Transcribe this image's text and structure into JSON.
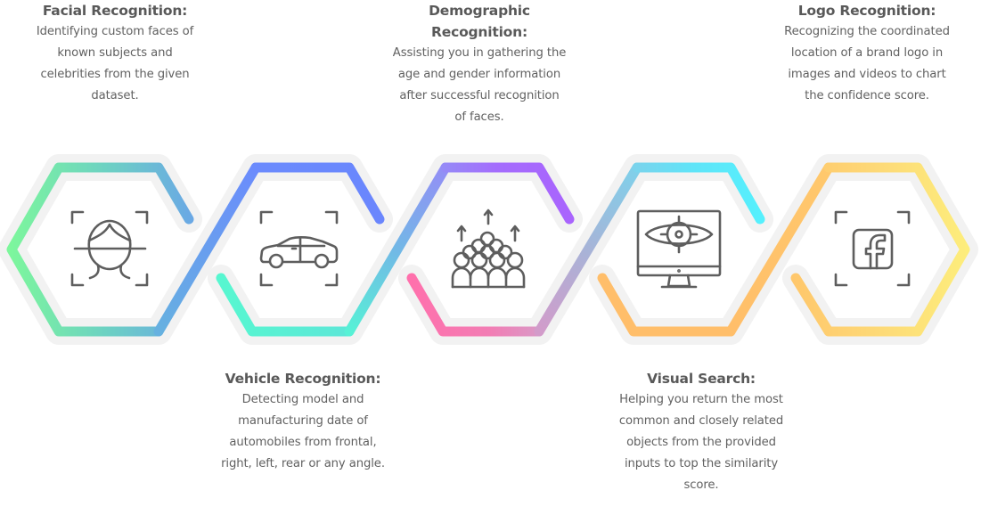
{
  "features": [
    {
      "id": "facial",
      "title": "Facial Recognition:",
      "description": "Identifying custom faces of known subjects and celebrities from the given dataset.",
      "description_lines": [
        "Identifying custom faces of",
        "known subjects and",
        "celebrities from the given",
        "dataset."
      ],
      "icon": "face-scan-icon",
      "position": "top",
      "gradient": [
        "#7df79c",
        "#6aa7e8"
      ]
    },
    {
      "id": "vehicle",
      "title": "Vehicle Recognition:",
      "description": "Detecting model and manufacturing date of automobiles from frontal, right, left, rear or any angle.",
      "description_lines": [
        "Detecting model and",
        "manufacturing date of",
        "automobiles from frontal,",
        "right, left, rear or any angle."
      ],
      "icon": "car-scan-icon",
      "position": "bottom",
      "gradient": [
        "#6b8bfd",
        "#57f7d0"
      ]
    },
    {
      "id": "demographic",
      "title": "Demographic Recognition:",
      "title_lines": [
        "Demographic",
        "Recognition:"
      ],
      "description": "Assisting you in gathering the age and gender information after successful recognition of faces.",
      "description_lines": [
        "Assisting you in gathering the",
        "age and gender information",
        "after successful recognition",
        "of faces."
      ],
      "icon": "crowd-growth-icon",
      "position": "top",
      "gradient": [
        "#a964fd",
        "#ff70ac"
      ]
    },
    {
      "id": "visual",
      "title": "Visual Search:",
      "description": "Helping you return the most common and closely related objects from the provided inputs to top the similarity score.",
      "description_lines": [
        "Helping you return the most",
        "common and closely related",
        "objects from the provided",
        "inputs to top the similarity",
        "score."
      ],
      "icon": "monitor-eye-target-icon",
      "position": "bottom",
      "gradient": [
        "#5af0fd",
        "#ffbe6a"
      ]
    },
    {
      "id": "logo",
      "title": "Logo Recognition:",
      "description": "Recognizing the coordinated location of a brand logo in images and videos to chart the confidence score.",
      "description_lines": [
        "Recognizing the coordinated",
        "location of a brand logo in",
        "images and videos to chart",
        "the confidence score."
      ],
      "icon": "facebook-logo-scan-icon",
      "position": "top",
      "gradient": [
        "#ffc56a",
        "#fdee7c"
      ]
    }
  ],
  "colors": {
    "track": "#f2f2f2",
    "icon": "#5e5e5e",
    "title": "#595959",
    "text": "#616161"
  }
}
